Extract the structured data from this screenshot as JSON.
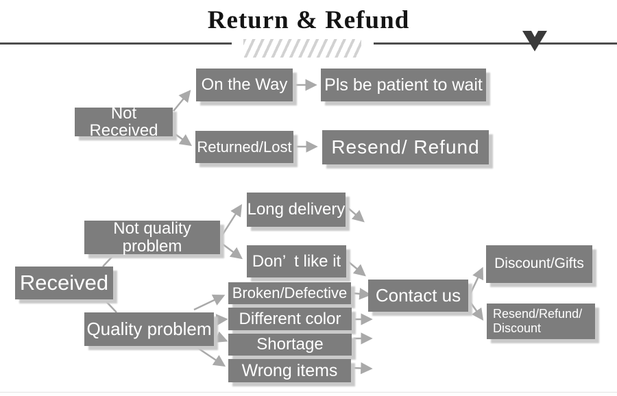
{
  "header": {
    "title": "Return & Refund",
    "chevron_icon": "chevron-down",
    "hatch_decoration": "diagonal-stripes"
  },
  "palette": {
    "node_bg": "#7d7d7d",
    "node_text": "#ffffff",
    "arrow": "#a9a9a9",
    "title_text": "#141414",
    "divider": "#4d4d4d",
    "hatch": "#d2d2d2",
    "chevron": "#3a3a3a"
  },
  "nodes": {
    "not_received": {
      "label": "Not Received"
    },
    "on_the_way": {
      "label": "On the Way"
    },
    "pls_be_patient": {
      "label": "Pls be patient to wait"
    },
    "returned_lost": {
      "label": "Returned/Lost"
    },
    "resend_refund": {
      "label": "Resend/ Refund"
    },
    "received": {
      "label": "Received"
    },
    "not_quality_problem": {
      "label": "Not quality problem"
    },
    "quality_problem": {
      "label": "Quality problem"
    },
    "long_delivery": {
      "label": "Long delivery"
    },
    "dont_like_it": {
      "label": "Don’ t like it"
    },
    "broken_defective": {
      "label": "Broken/Defective"
    },
    "different_color": {
      "label": "Different color"
    },
    "shortage": {
      "label": "Shortage"
    },
    "wrong_items": {
      "label": "Wrong items"
    },
    "contact_us": {
      "label": "Contact us"
    },
    "discount_gifts": {
      "label": "Discount/Gifts"
    },
    "resend_refund_discount": {
      "line1": "Resend/Refund/",
      "line2": "Discount"
    }
  }
}
